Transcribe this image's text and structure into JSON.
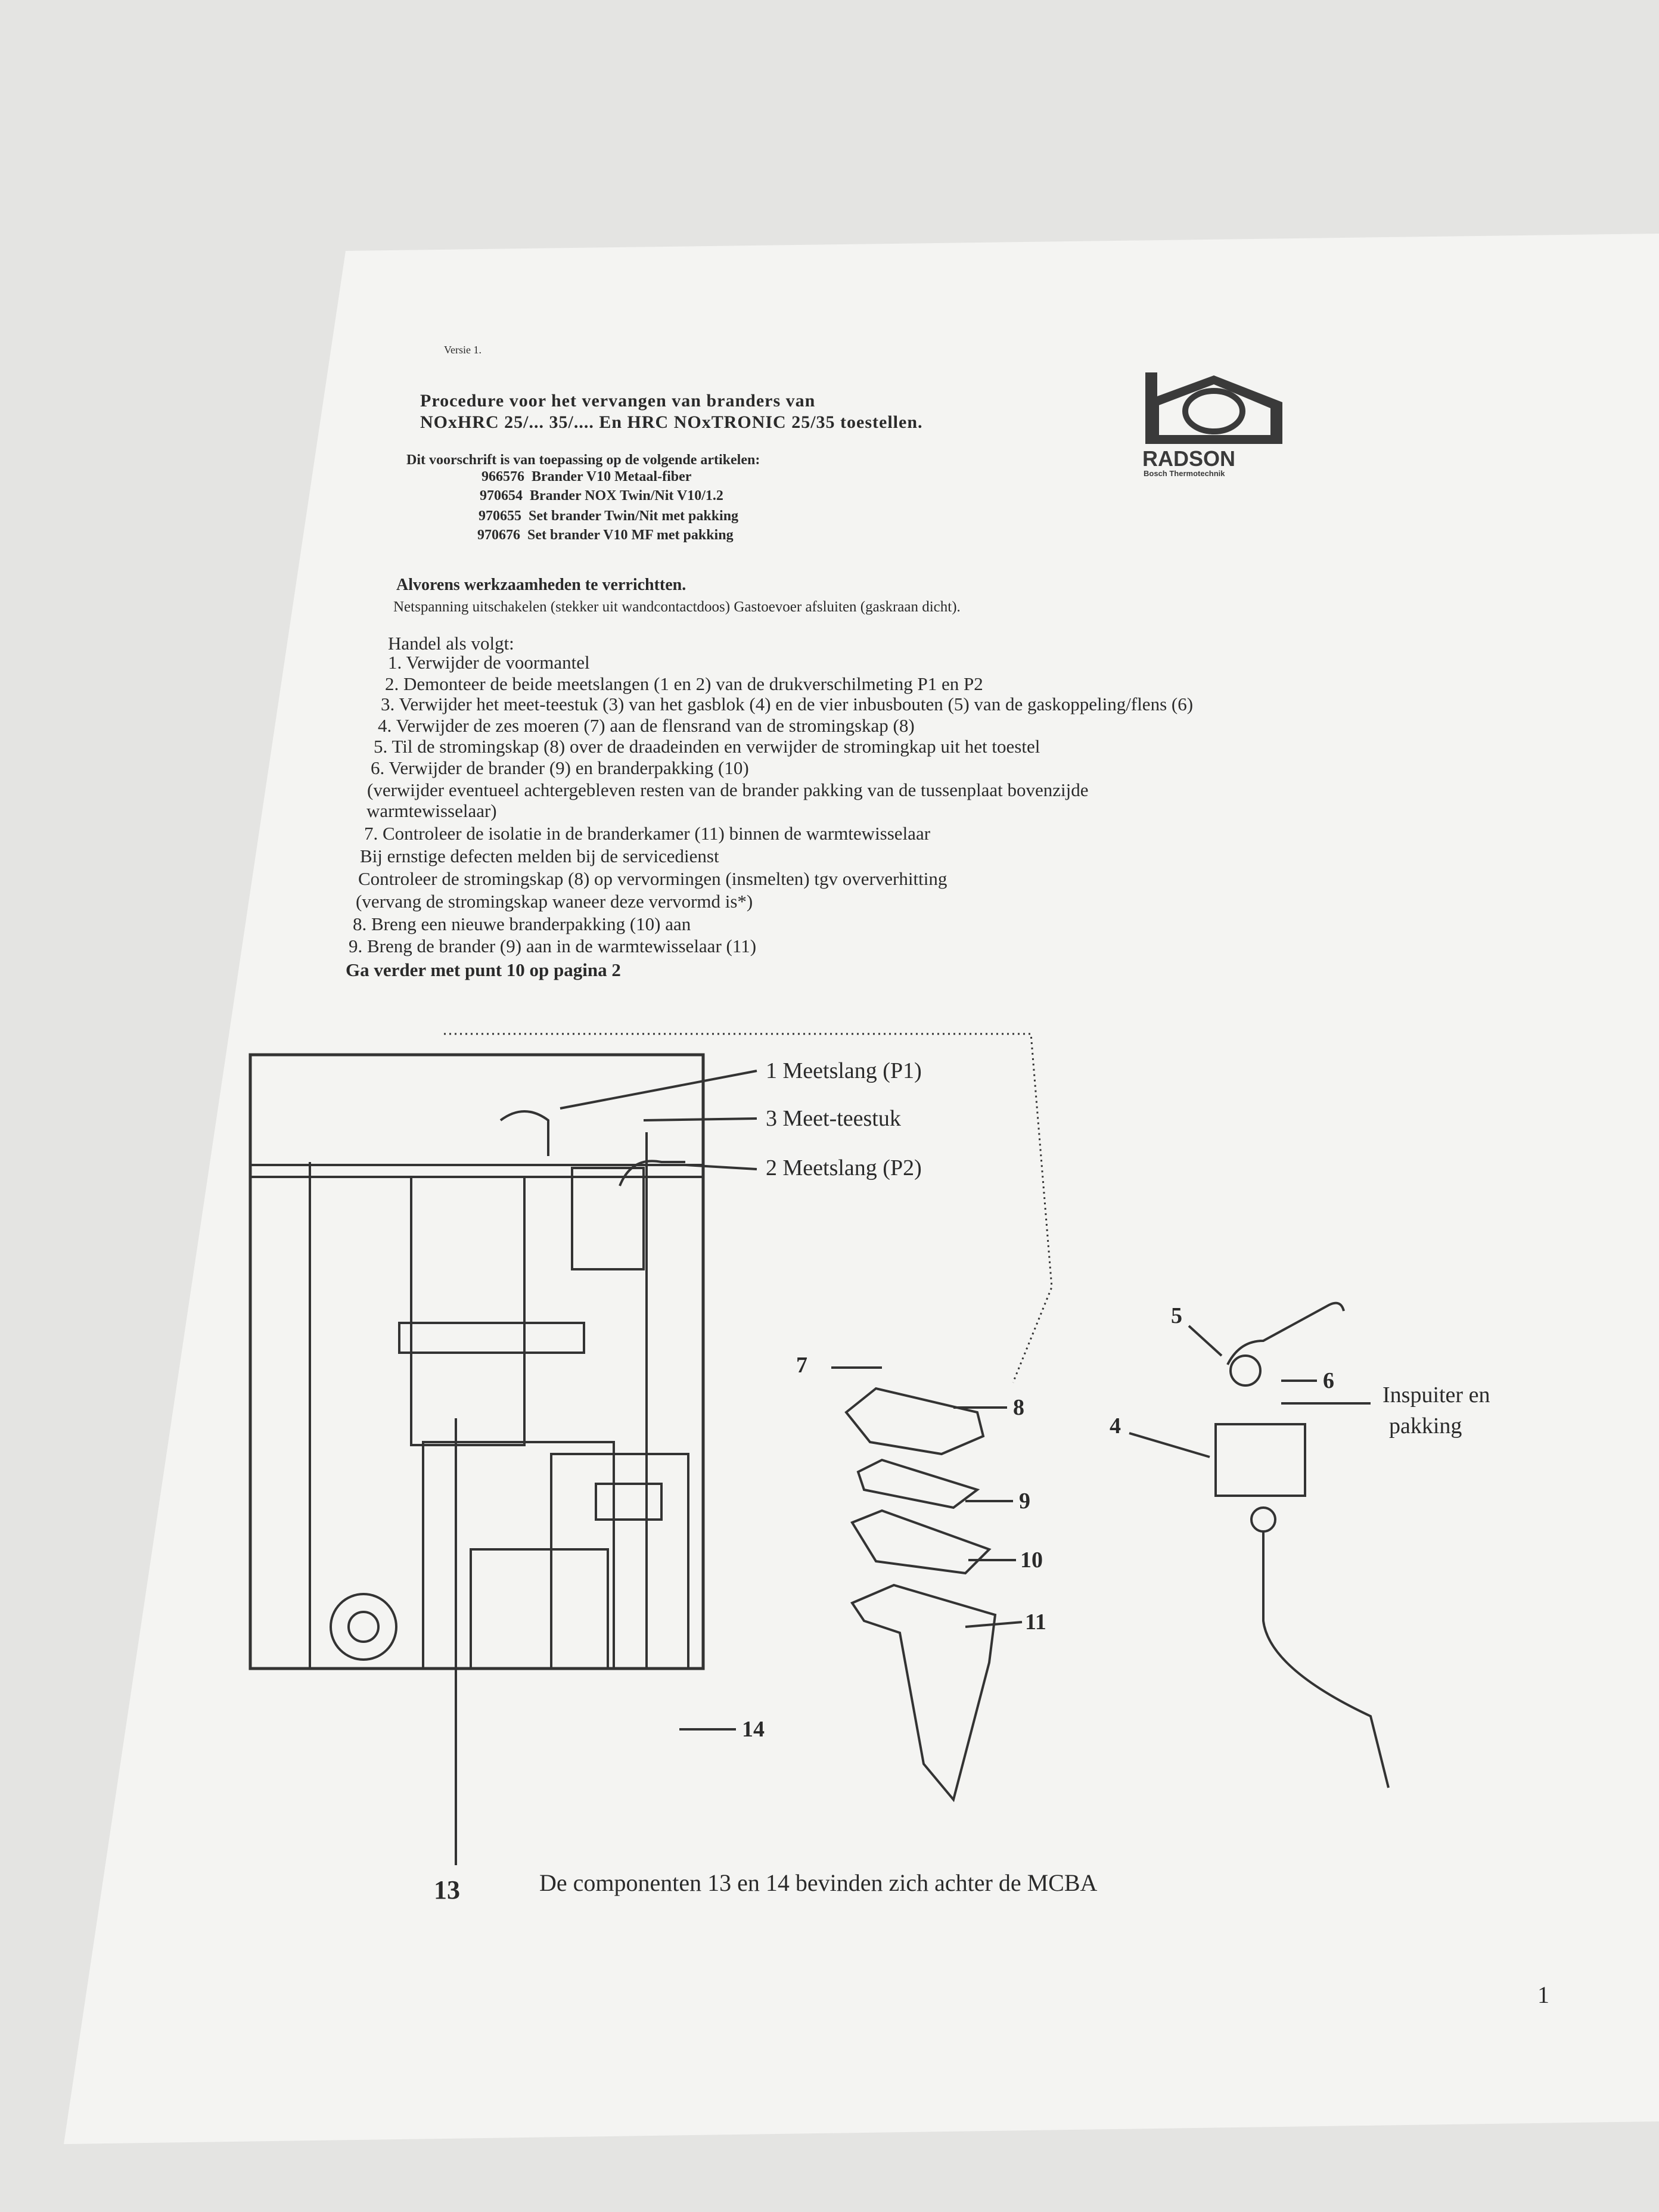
{
  "version": "Versie 1.",
  "title": [
    "Procedure voor het vervangen van branders van",
    "NOxHRC 25/... 35/.... En HRC NOxTRONIC 25/35 toestellen."
  ],
  "logo": {
    "brand": "RADSON",
    "sub": "Bosch Thermotechnik"
  },
  "applies_intro": "Dit voorschrift is van toepassing op de volgende artikelen:",
  "articles": [
    {
      "code": "966576",
      "desc": "Brander V10 Metaal-fiber"
    },
    {
      "code": "970654",
      "desc": "Brander NOX Twin/Nit V10/1.2"
    },
    {
      "code": "970655",
      "desc": "Set brander Twin/Nit met pakking"
    },
    {
      "code": "970676",
      "desc": "Set brander V10 MF met pakking"
    }
  ],
  "before_heading": "Alvorens werkzaamheden te verrichtten.",
  "before_text": "Netspanning uitschakelen (stekker uit wandcontactdoos) Gastoevoer afsluiten (gaskraan dicht).",
  "steps_intro": "Handel als volgt:",
  "steps": [
    "1. Verwijder de voormantel",
    "2. Demonteer de beide meetslangen (1 en 2) van de drukverschilmeting P1 en P2",
    "3. Verwijder het meet-teestuk (3) van het gasblok (4) en de vier inbusbouten (5) van de gaskoppeling/flens (6)",
    "4. Verwijder de zes moeren (7)  aan de flensrand van de stromingskap (8)",
    "5. Til de stromingskap (8) over de draadeinden en verwijder de stromingkap uit het toestel",
    "6. Verwijder de brander (9) en branderpakking (10)",
    "(verwijder eventueel achtergebleven resten van de brander pakking van de tussenplaat bovenzijde",
    "warmtewisselaar)",
    "7. Controleer de isolatie in de branderkamer (11) binnen de warmtewisselaar",
    "Bij ernstige defecten melden bij de servicedienst",
    "Controleer de stromingskap (8) op vervormingen (insmelten) tgv oververhitting",
    "(vervang de stromingskap waneer deze vervormd is*)",
    "8. Breng een nieuwe branderpakking (10) aan",
    "9. Breng de brander (9) aan in de warmtewisselaar (11)"
  ],
  "continue": "Ga verder met punt 10 op pagina 2",
  "diagram": {
    "l1": "1 Meetslang  (P1)",
    "l3": "3 Meet-teestuk",
    "l2": "2 Meetslang  (P2)",
    "n7": "7",
    "n8": "8",
    "n9": "9",
    "n10": "10",
    "n11": "11",
    "n5": "5",
    "n6": "6",
    "n4": "4",
    "inspuiter1": "Inspuiter en",
    "inspuiter2": "pakking",
    "n14": "14",
    "n13": "13",
    "caption": "De componenten 13 en 14 bevinden zich achter de MCBA"
  },
  "page_number": "1"
}
